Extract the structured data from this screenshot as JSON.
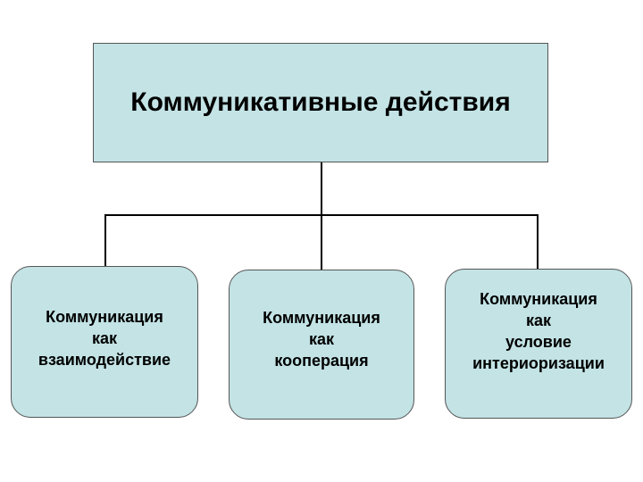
{
  "diagram": {
    "root": {
      "title": "Коммуникативные действия"
    },
    "children": [
      {
        "label": "Коммуникация\nкак\nвзаимодействие"
      },
      {
        "label": "Коммуникация\nкак\nкооперация"
      },
      {
        "label": "Коммуникация\nкак\nусловие\nинтериоризации"
      }
    ],
    "colors": {
      "box_fill": "#c3e3e5",
      "box_border": "#555555",
      "connector": "#000000"
    }
  }
}
